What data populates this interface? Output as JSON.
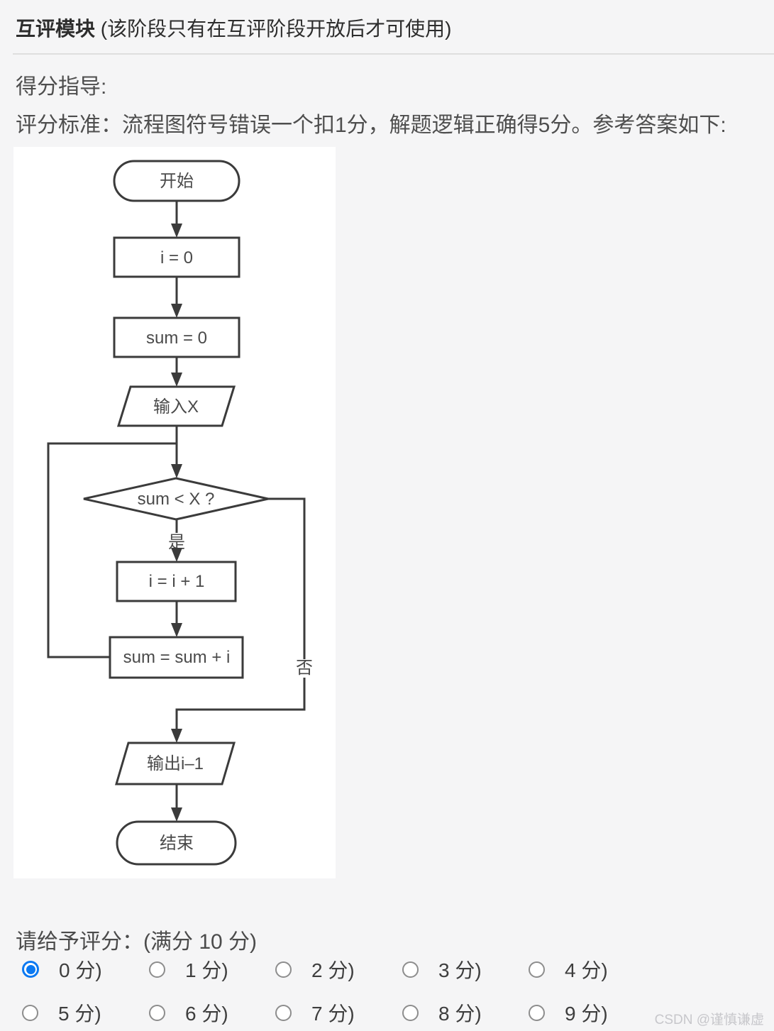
{
  "page": {
    "background_color": "#f5f5f6",
    "panel_background": "#ffffff",
    "divider_color": "#dedede"
  },
  "header": {
    "title": "互评模块",
    "title_note": " (该阶段只有在互评阶段开放后才可使用)"
  },
  "guidance": {
    "heading": "得分指导:",
    "criteria": "评分标准：流程图符号错误一个扣1分，解题逻辑正确得5分。参考答案如下:"
  },
  "flowchart": {
    "stroke_color": "#3b3b3b",
    "text_color": "#4a4a4a",
    "nodes": {
      "start": "开始",
      "init_i": "i = 0",
      "init_sum": "sum = 0",
      "input": "输入X",
      "decision": "sum < X ?",
      "branch_yes": "是",
      "branch_no": "否",
      "increment": "i = i + 1",
      "accumulate": "sum = sum + i",
      "output": "输出i–1",
      "end": "结束"
    }
  },
  "rating": {
    "prompt": "请给予评分：(满分 10 分)",
    "accent_color": "#0b79f2",
    "options": [
      {
        "label": "0 分)",
        "selected": true
      },
      {
        "label": "1 分)",
        "selected": false
      },
      {
        "label": "2 分)",
        "selected": false
      },
      {
        "label": "3 分)",
        "selected": false
      },
      {
        "label": "4 分)",
        "selected": false
      },
      {
        "label": "5 分)",
        "selected": false
      },
      {
        "label": "6 分)",
        "selected": false
      },
      {
        "label": "7 分)",
        "selected": false
      },
      {
        "label": "8 分)",
        "selected": false
      },
      {
        "label": "9 分)",
        "selected": false
      }
    ]
  },
  "watermark": "CSDN @谨慎谦虚"
}
